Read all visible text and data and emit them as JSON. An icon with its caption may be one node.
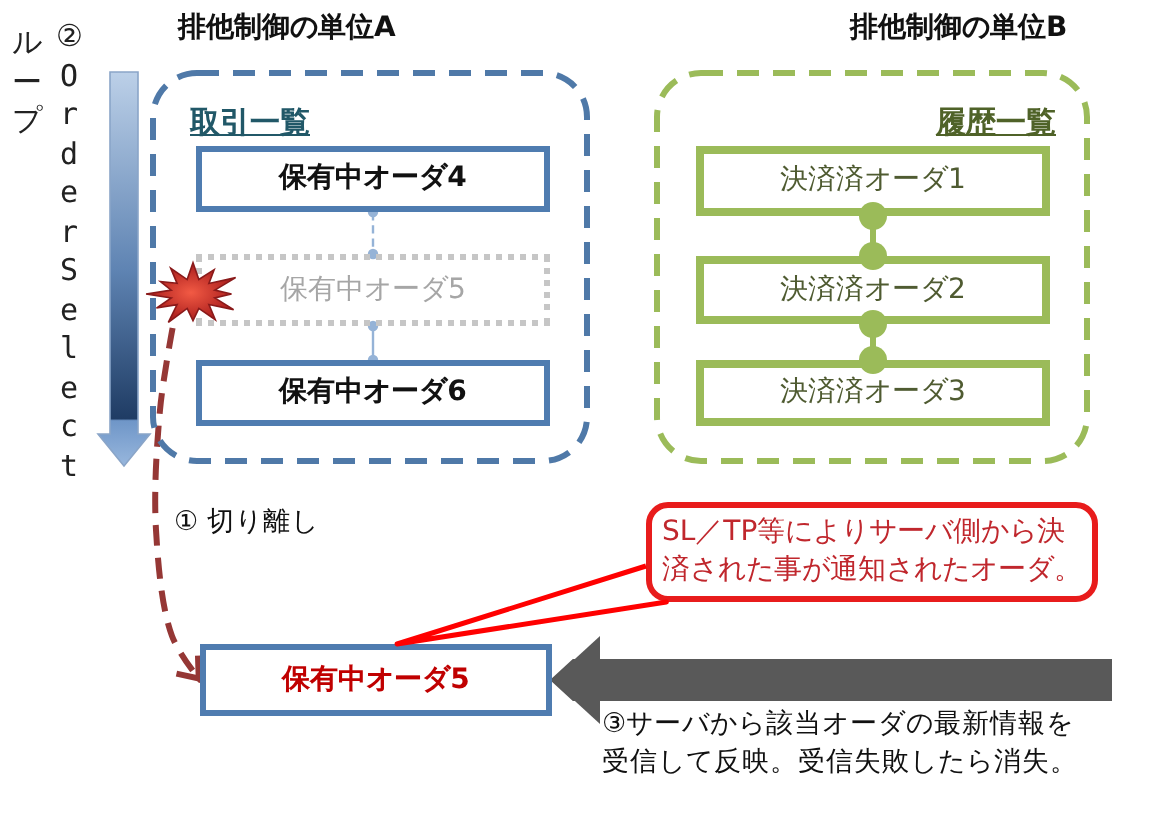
{
  "diagram": {
    "nodes": [
      {
        "text": [
          "排他制御の単位A",
          "取引一覧"
        ]
      },
      {
        "text": [
          "保有中オーダ4"
        ],
        "in": 0
      },
      {
        "text": [
          "保有中オーダ5"
        ],
        "in": 0
      },
      {
        "text": [
          "保有中オーダ6"
        ],
        "in": 0
      },
      {
        "text": [
          "排他制御の単位B",
          "履歴一覧"
        ]
      },
      {
        "text": [
          "決済済オーダ1"
        ],
        "in": 4
      },
      {
        "text": [
          "決済済オーダ2"
        ],
        "in": 4
      },
      {
        "text": [
          "決済済オーダ3"
        ],
        "in": 4
      },
      {
        "text": [],
        "shape": "star"
      },
      {
        "text": [
          "SL／TP等によりサーバ側から決済された事が通知されたオーダ。"
        ]
      },
      {
        "text": [
          "保有中オーダ5"
        ]
      }
    ],
    "edges": [
      {
        "from": 1,
        "to": 2,
        "arrow": "other",
        "style": "dashed",
        "color": "#95b3d7"
      },
      {
        "from": 2,
        "to": 3,
        "arrow": "other",
        "color": "#95b3d7"
      },
      {
        "from": 5,
        "to": 6,
        "arrow": "other",
        "color": "#9bbb59"
      },
      {
        "from": 6,
        "to": 7,
        "arrow": "other",
        "color": "#9bbb59"
      },
      {
        "from": 8,
        "to": 10,
        "arrow": "to",
        "label": "① 切り離し",
        "style": "dashed",
        "color": "#953735"
      },
      {
        "from": 9,
        "to": 10,
        "arrow": "none",
        "color": "#ff0000"
      },
      {
        "from": null,
        "to": 10,
        "arrow": "to",
        "label": "③サーバから該当オーダの最新情報を受信して反映。受信失敗したら消失。",
        "style": "thick",
        "color": "#595959"
      }
    ],
    "labels": [
      "②OrderSelect",
      "ループ"
    ]
  }
}
